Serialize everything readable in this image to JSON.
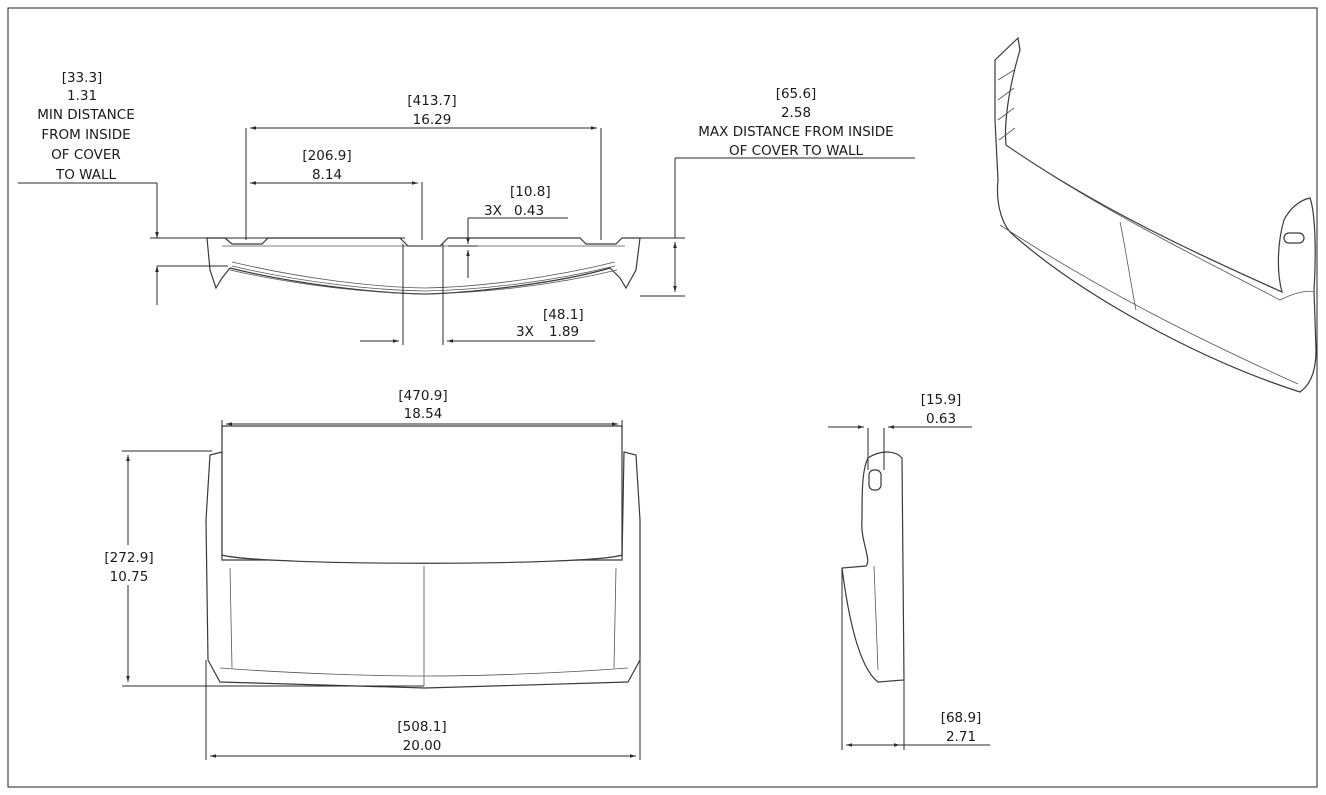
{
  "top_view": {
    "min_distance": {
      "mm": "[33.3]",
      "in": "1.31",
      "desc": [
        "MIN DISTANCE",
        "FROM INSIDE",
        "OF COVER",
        "TO WALL"
      ]
    },
    "overall_top": {
      "mm": "[413.7]",
      "in": "16.29"
    },
    "half_width": {
      "mm": "[206.9]",
      "in": "8.14"
    },
    "slot_depth": {
      "qty": "3X",
      "mm": "[10.8]",
      "in": "0.43"
    },
    "max_distance": {
      "mm": "[65.6]",
      "in": "2.58",
      "desc": [
        "MAX DISTANCE FROM INSIDE",
        "OF COVER TO WALL"
      ]
    },
    "slot_width": {
      "qty": "3X",
      "mm": "[48.1]",
      "in": "1.89"
    }
  },
  "front_view": {
    "top_width": {
      "mm": "[470.9]",
      "in": "18.54"
    },
    "height": {
      "mm": "[272.9]",
      "in": "10.75"
    },
    "overall_width": {
      "mm": "[508.1]",
      "in": "20.00"
    }
  },
  "side_view": {
    "top_thickness": {
      "mm": "[15.9]",
      "in": "0.63"
    },
    "depth": {
      "mm": "[68.9]",
      "in": "2.71"
    }
  },
  "colors": {
    "line": "#2a2a2a",
    "paper": "#ffffff"
  }
}
